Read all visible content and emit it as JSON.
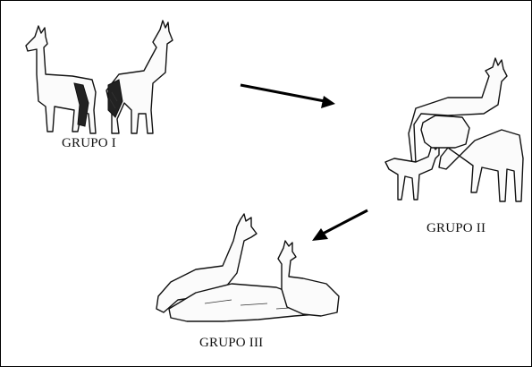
{
  "groups": [
    {
      "label": "GRUPO I"
    },
    {
      "label": "GRUPO II"
    },
    {
      "label": "GRUPO III"
    }
  ],
  "arrows": [
    {
      "from": "GRUPO I",
      "to": "GRUPO II"
    },
    {
      "from": "GRUPO II",
      "to": "GRUPO III"
    }
  ]
}
